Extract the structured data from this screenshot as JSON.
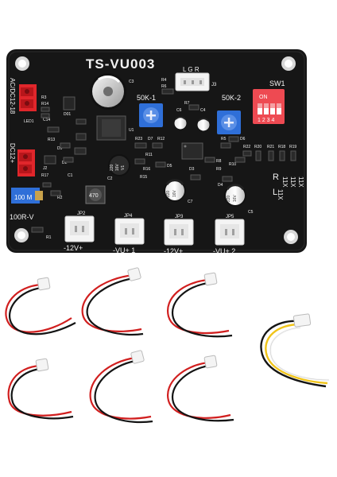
{
  "colors": {
    "background": "#ffffff",
    "pcb": "#161616",
    "silkscreen": "#f2f2f2",
    "terminal_red": "#e0262b",
    "trimmer_blue": "#2f6fd8",
    "dip_switch_red": "#ee4a52",
    "connector_white": "#f4f4f4",
    "wire_red": "#d11f1f",
    "wire_black": "#141414",
    "wire_yellow": "#f0c419",
    "wire_white": "#f5f5f5"
  },
  "board": {
    "title": "TS-VU003",
    "labels": {
      "lgr": "L G R",
      "j3": "J3",
      "sw1": "SW1",
      "dip_on": "ON",
      "dip_nums": "1 2 3 4",
      "pot1": "50K-1",
      "pot2": "50K-2",
      "input_left": "AC/DC12-18",
      "input_left2": "DC12+",
      "led1": "LED1",
      "r3": "R3",
      "r14": "R14",
      "c14": "C14",
      "d01": "D01",
      "r13": "R13",
      "d9": "D9",
      "d2": "D2",
      "r17": "R17",
      "j2": "J2",
      "c1": "C1",
      "c3": "C3",
      "u1": "U1",
      "c2": "C2",
      "r4": "R4",
      "r6": "R6",
      "c6": "C6",
      "c4": "C4",
      "r7": "R7",
      "d6": "D6",
      "r22": "R22",
      "r20": "R20",
      "r21": "R21",
      "r18": "R18",
      "r19": "R19",
      "r23": "R23",
      "d7": "D7",
      "r12": "R12",
      "r11": "R11",
      "d5": "D5",
      "r16": "R16",
      "r15": "R15",
      "r5": "R5",
      "r8": "R8",
      "r9": "R9",
      "r10": "R10",
      "c5": "C5",
      "c7": "C7",
      "d3": "D3",
      "d4": "D4",
      "cap_220": "220",
      "cap_16v": "16V",
      "cap_v1": "V1",
      "r_l": "R",
      "l_col": "L",
      "x11_1": "11X",
      "x11_2": "11X",
      "x11_3": "11X",
      "x11_4": "11X",
      "bt100": "100 M",
      "trimmer_100r": "100R-V",
      "r1": "R1",
      "r2": "R2",
      "inductor": "470",
      "jp2": "JP2",
      "jp4": "JP4",
      "jp3": "JP3",
      "jp5": "JP5",
      "conn_1": "-12V+",
      "conn_2": "-VU+ 1",
      "conn_3": "-12V+",
      "conn_4": "-VU+ 2"
    }
  },
  "cables": [
    {
      "name": "2-pin red/black cable",
      "wires": [
        "red",
        "black"
      ]
    },
    {
      "name": "2-pin red/black cable",
      "wires": [
        "red",
        "black"
      ]
    },
    {
      "name": "2-pin red/black cable",
      "wires": [
        "red",
        "black"
      ]
    },
    {
      "name": "2-pin red/black cable",
      "wires": [
        "red",
        "black"
      ]
    },
    {
      "name": "2-pin red/black cable",
      "wires": [
        "red",
        "black"
      ]
    },
    {
      "name": "2-pin red/black cable",
      "wires": [
        "red",
        "black"
      ]
    },
    {
      "name": "3-pin black/yellow/white cable",
      "wires": [
        "black",
        "yellow",
        "white"
      ]
    }
  ]
}
